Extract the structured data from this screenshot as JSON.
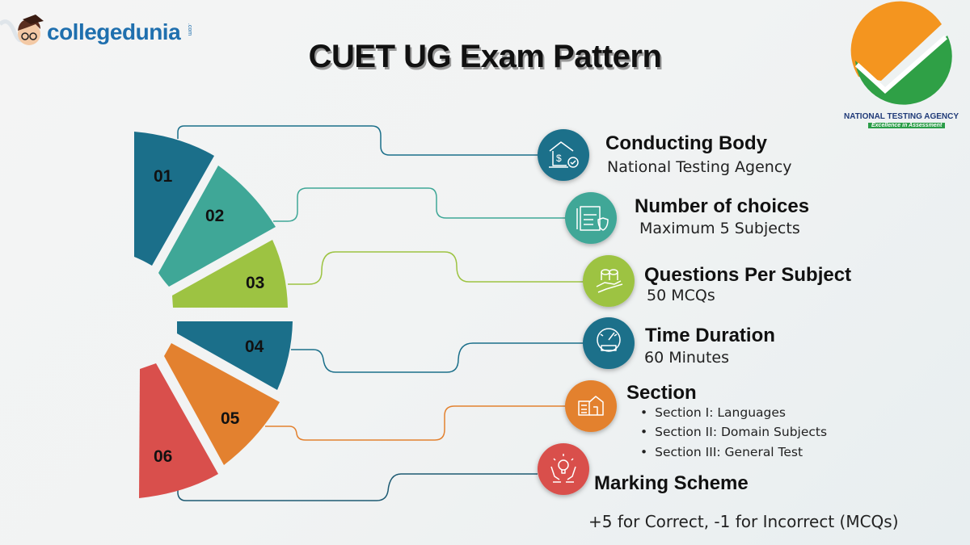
{
  "header": {
    "brand": "collegedunia",
    "brand_suffix": ".com",
    "title": "CUET UG Exam Pattern",
    "nta_name": "NATIONAL TESTING AGENCY",
    "nta_tagline": "Excellence in Assessment"
  },
  "colors": {
    "teal_dark": "#1b6f8a",
    "teal": "#3fa797",
    "green": "#9dc342",
    "orange": "#e3812f",
    "red": "#d94f4c"
  },
  "items": [
    {
      "number": "01",
      "heading": "Conducting Body",
      "value": "National Testing Agency",
      "icon": "bank-dollar-check-icon"
    },
    {
      "number": "02",
      "heading": "Number of choices",
      "value": "Maximum 5 Subjects",
      "icon": "document-shield-icon"
    },
    {
      "number": "03",
      "heading": "Questions Per Subject",
      "value": "50 MCQs",
      "icon": "hand-coins-icon"
    },
    {
      "number": "04",
      "heading": "Time Duration",
      "value": "60 Minutes",
      "icon": "gauge-meter-icon"
    },
    {
      "number": "05",
      "heading": "Section",
      "bullets": [
        "Section I: Languages",
        "Section II: Domain Subjects",
        "Section III: General Test"
      ],
      "icon": "clipboard-house-icon"
    },
    {
      "number": "06",
      "heading": "Marking Scheme",
      "value": "+5 for Correct, -1 for Incorrect (MCQs)",
      "icon": "hands-lightbulb-icon"
    }
  ]
}
